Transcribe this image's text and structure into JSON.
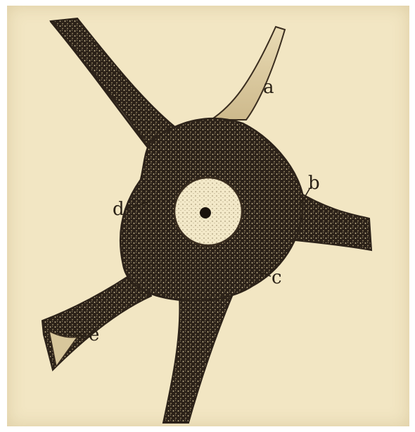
{
  "figure": {
    "labels": {
      "a": "a",
      "b": "b",
      "c": "c",
      "d": "d",
      "e": "e"
    },
    "colors": {
      "paper": "#f2e6c3",
      "cytoplasm": "#2c2219",
      "process_light": "#e6d7ae",
      "nucleus": "#f3e9c9",
      "nucleolus": "#1a130d",
      "ink": "#2a2116"
    }
  }
}
